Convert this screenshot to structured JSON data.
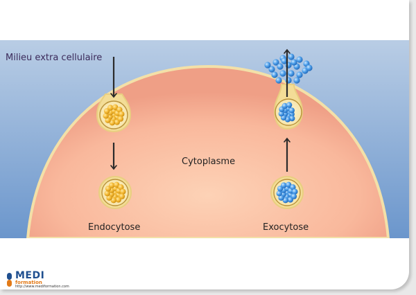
{
  "labels": {
    "extracellular": "Milieu extra cellulaire",
    "cytoplasm": "Cytoplasme",
    "endocytosis": "Endocytose",
    "exocytosis": "Exocytose"
  },
  "logo": {
    "brand": "MEDI",
    "sub": "formation",
    "url": "http://www.mediformation.com"
  },
  "colors": {
    "extracellular_top": "#b6cbe4",
    "extracellular_bottom": "#6e98cd",
    "cell_light": "#fcc9ab",
    "cell_dark": "#eea085",
    "vesicle_gold": "#f2b632",
    "vesicle_blue": "#3f8fdb"
  }
}
